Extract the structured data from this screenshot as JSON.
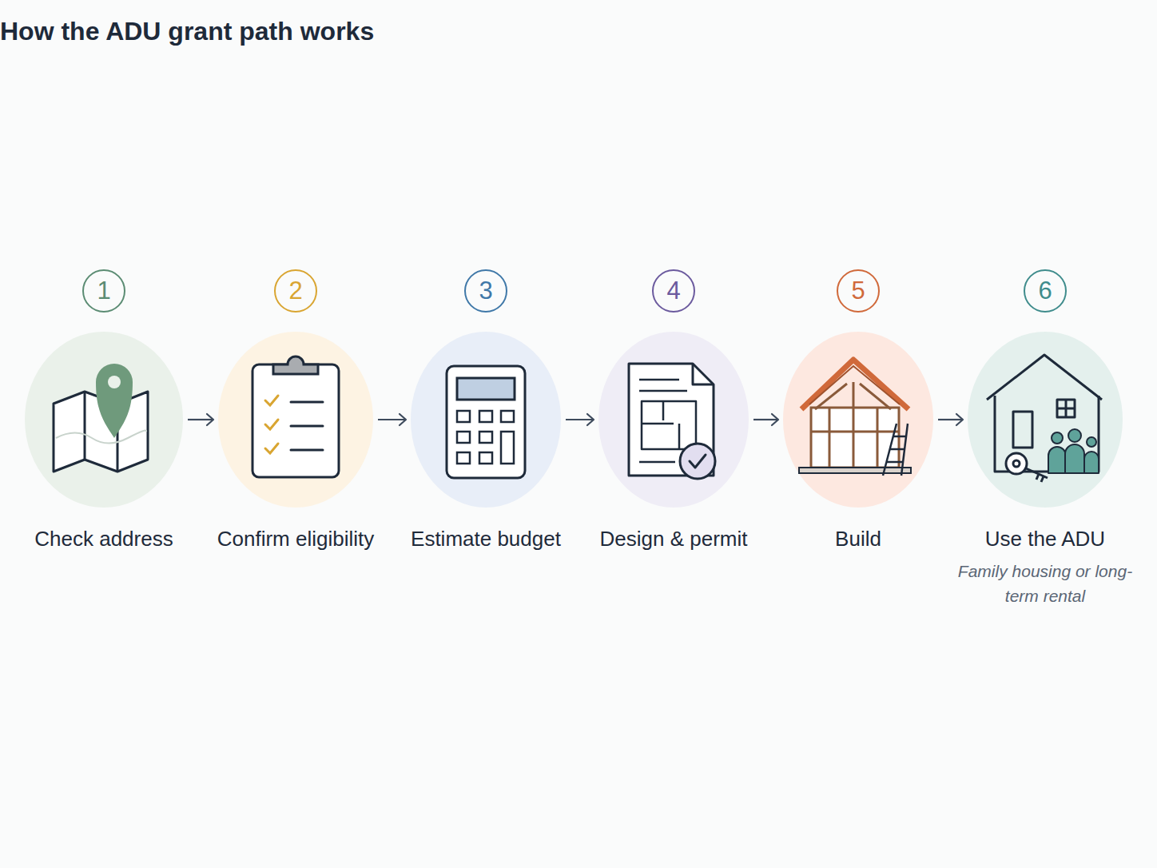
{
  "diagram": {
    "title": "How the ADU grant path works",
    "nodes": [
      {
        "text": [
          "1",
          "Check address"
        ]
      },
      {
        "text": [
          "2",
          "Confirm eligibility"
        ]
      },
      {
        "text": [
          "3",
          "Estimate budget"
        ]
      },
      {
        "text": [
          "4",
          "Design & permit"
        ]
      },
      {
        "text": [
          "5",
          "Build"
        ]
      },
      {
        "text": [
          "6",
          "Use the ADU",
          "Family housing or long-term rental"
        ]
      }
    ],
    "edges": [
      {
        "from": 0,
        "to": 1,
        "arrow": "to"
      },
      {
        "from": 1,
        "to": 2,
        "arrow": "to"
      },
      {
        "from": 2,
        "to": 3,
        "arrow": "to"
      },
      {
        "from": 3,
        "to": 4,
        "arrow": "to"
      },
      {
        "from": 4,
        "to": 5,
        "arrow": "to"
      }
    ]
  }
}
